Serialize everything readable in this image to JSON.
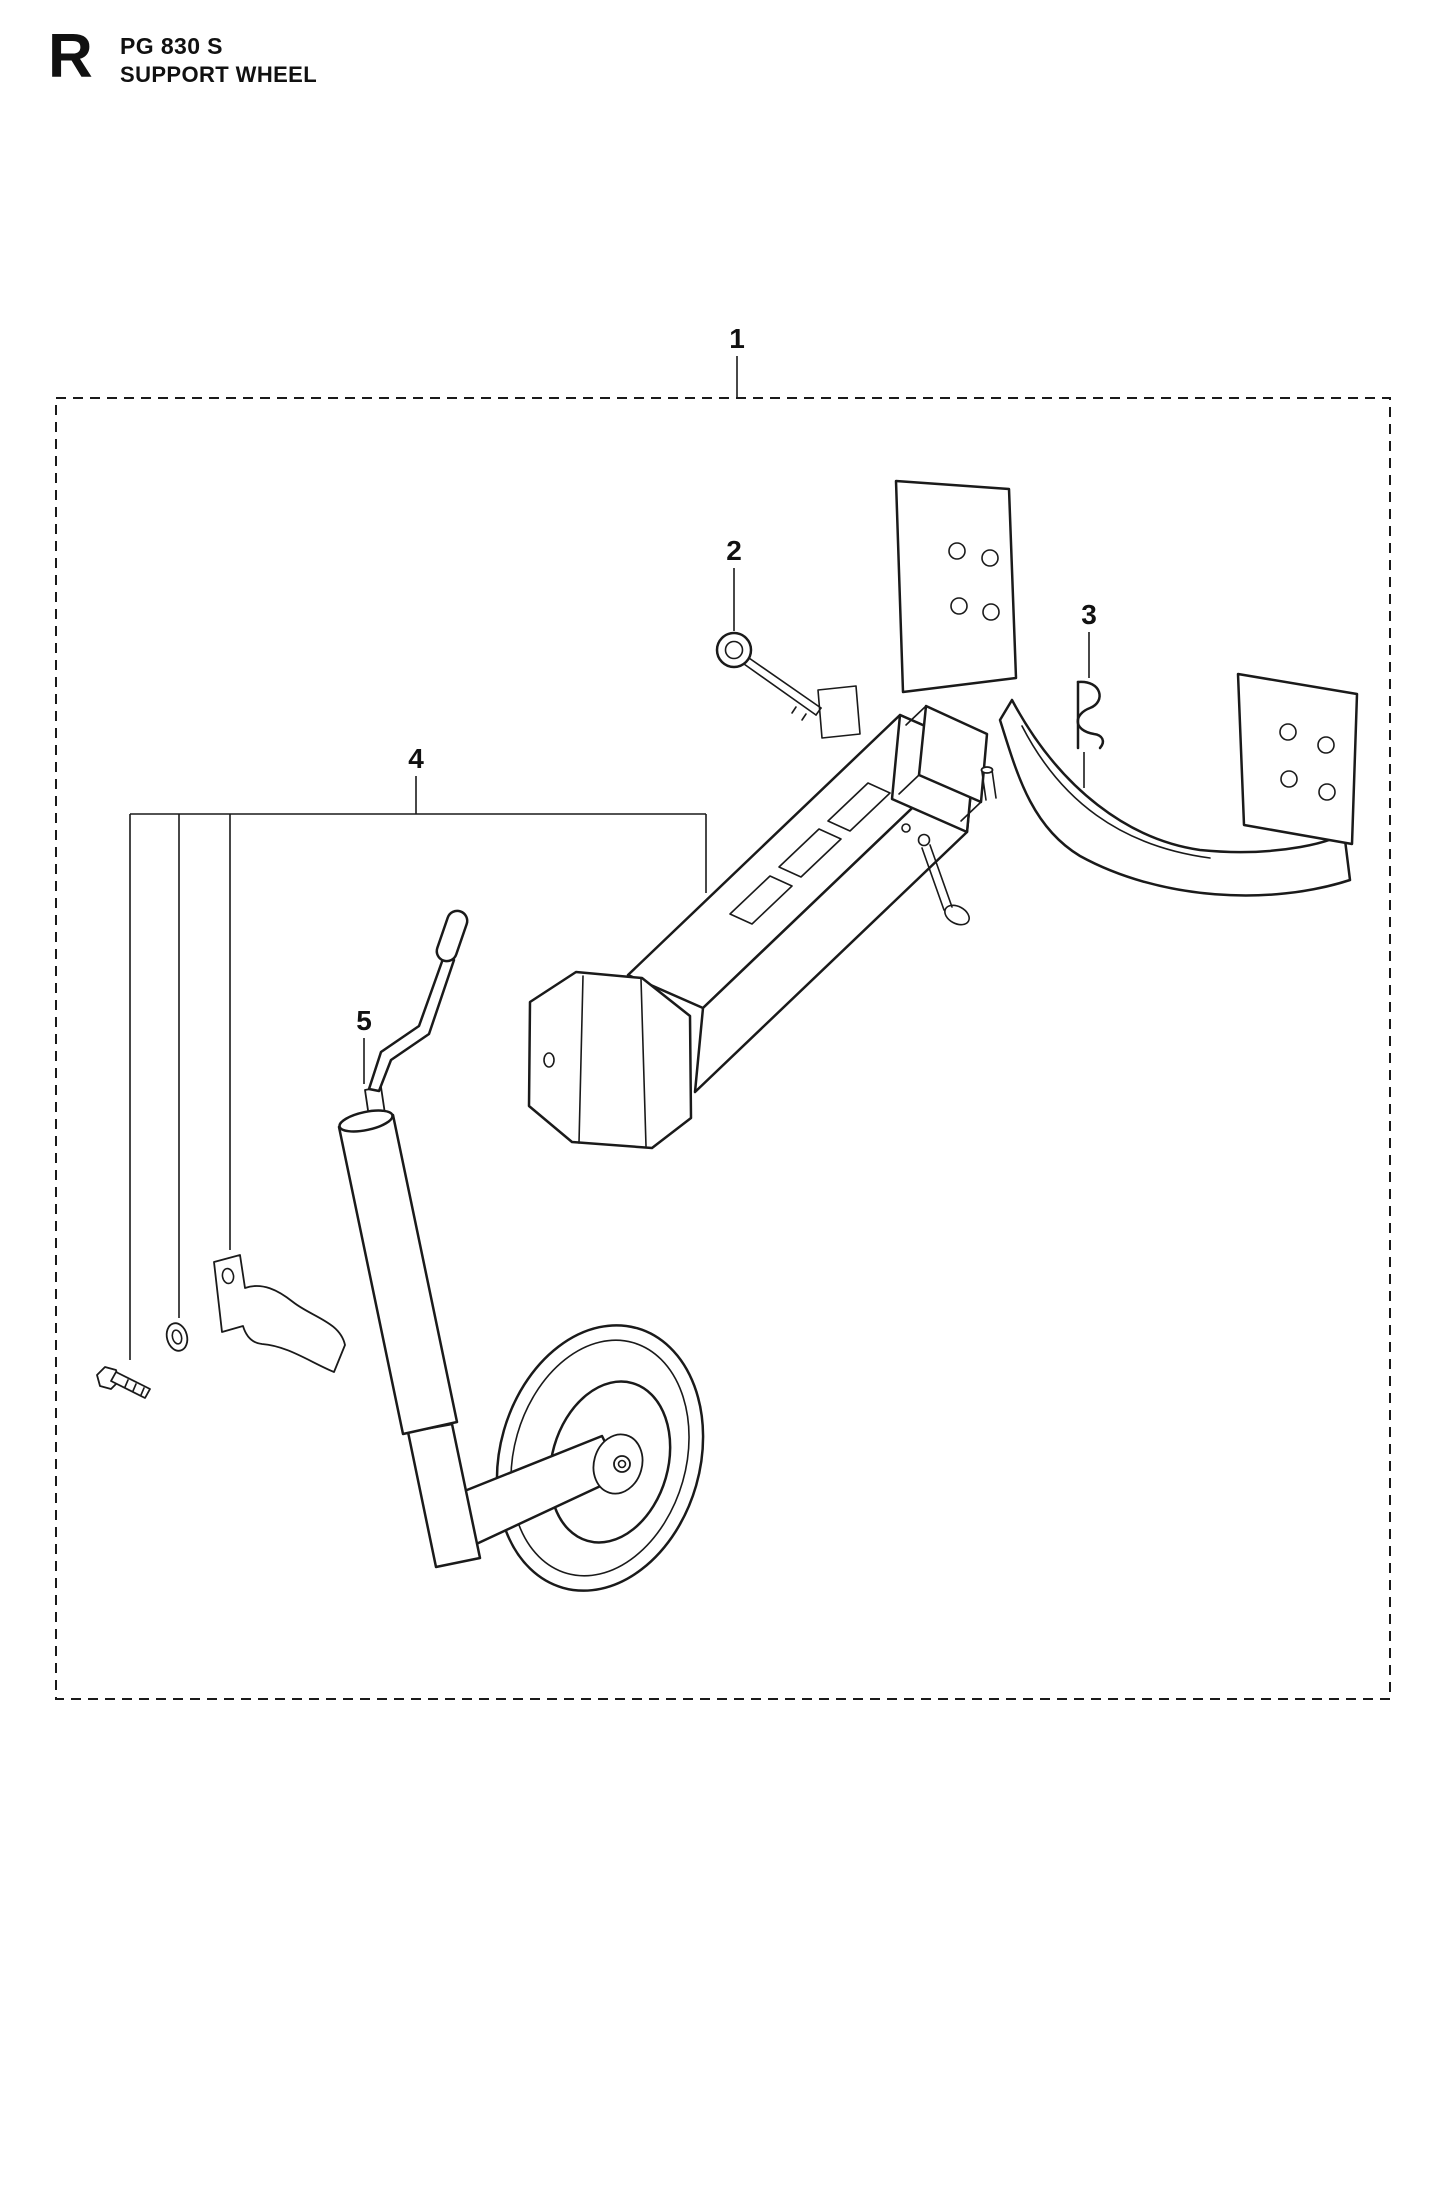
{
  "header": {
    "section_letter": "R",
    "model": "PG 830 S",
    "title": "SUPPORT WHEEL"
  },
  "diagram": {
    "callouts": [
      {
        "label": "1"
      },
      {
        "label": "2"
      },
      {
        "label": "3"
      },
      {
        "label": "4"
      },
      {
        "label": "5"
      }
    ],
    "colors": {
      "line": "#1a1a1a",
      "background": "#ffffff"
    }
  }
}
